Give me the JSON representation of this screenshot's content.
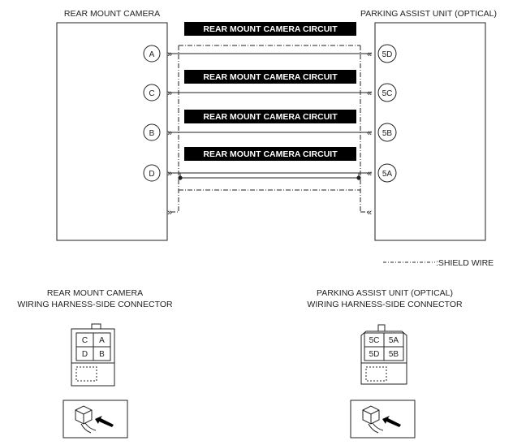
{
  "left_unit": {
    "title": "REAR MOUNT CAMERA",
    "pins": [
      "A",
      "C",
      "B",
      "D"
    ]
  },
  "right_unit": {
    "title": "PARKING ASSIST UNIT (OPTICAL)",
    "pins": [
      "5D",
      "5C",
      "5B",
      "5A"
    ]
  },
  "circuits": [
    "REAR MOUNT CAMERA CIRCUIT",
    "REAR MOUNT CAMERA CIRCUIT",
    "REAR MOUNT CAMERA CIRCUIT",
    "REAR MOUNT CAMERA CIRCUIT"
  ],
  "shield_legend": ":SHIELD WIRE",
  "connector_arrows": {
    "left": "»",
    "right": "«"
  },
  "left_connector": {
    "title_line1": "REAR MOUNT CAMERA",
    "title_line2": "WIRING HARNESS-SIDE CONNECTOR",
    "cells": [
      [
        "C",
        "A"
      ],
      [
        "D",
        "B"
      ]
    ]
  },
  "right_connector": {
    "title_line1": "PARKING ASSIST UNIT (OPTICAL)",
    "title_line2": "WIRING HARNESS-SIDE CONNECTOR",
    "cells": [
      [
        "5C",
        "5A"
      ],
      [
        "5D",
        "5B"
      ]
    ]
  },
  "colors": {
    "line": "#222222",
    "banner_bg": "#000000",
    "banner_text": "#ffffff",
    "background": "#ffffff"
  }
}
